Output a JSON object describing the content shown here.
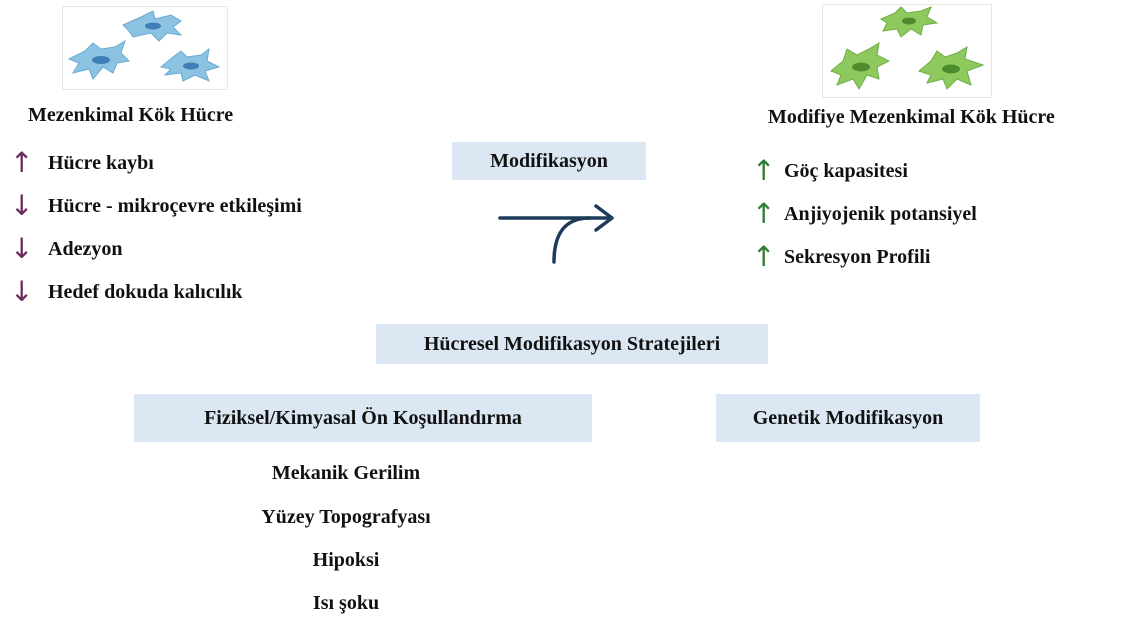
{
  "left": {
    "title": "Mezenkimal Kök Hücre",
    "items": [
      {
        "arrow": "↑",
        "text": "Hücre kaybı",
        "color": "#6b2d5c"
      },
      {
        "arrow": "↓",
        "text": "Hücre - mikroçevre etkileşimi",
        "color": "#6b2d5c"
      },
      {
        "arrow": "↓",
        "text": "Adezyon",
        "color": "#6b2d5c"
      },
      {
        "arrow": "↓",
        "text": "Hedef dokuda kalıcılık",
        "color": "#6b2d5c"
      }
    ]
  },
  "right": {
    "title": "Modifiye Mezenkimal Kök Hücre",
    "items": [
      {
        "arrow": "↑",
        "text": "Göç kapasitesi",
        "color": "#2e7d32"
      },
      {
        "arrow": "↑",
        "text": "Anjiyojenik potansiyel",
        "color": "#2e7d32"
      },
      {
        "arrow": "↑",
        "text": "Sekresyon Profili",
        "color": "#2e7d32"
      }
    ]
  },
  "modification_label": "Modifikasyon",
  "strategies_label": "Hücresel Modifikasyon Stratejileri",
  "physical_label": "Fiziksel/Kimyasal Ön Koşullandırma",
  "genetic_label": "Genetik Modifikasyon",
  "physical_items": [
    "Mekanik Gerilim",
    "Yüzey Topografyası",
    "Hipoksi",
    "Isı şoku"
  ],
  "colors": {
    "box_fill": "#dbe7f3",
    "arrow_navy": "#1f3b5a",
    "cell_blue": "#8cc3e3",
    "cell_blue_nucleus": "#3f7fb5",
    "cell_green": "#8ec95e",
    "cell_green_nucleus": "#4e8a2e"
  }
}
